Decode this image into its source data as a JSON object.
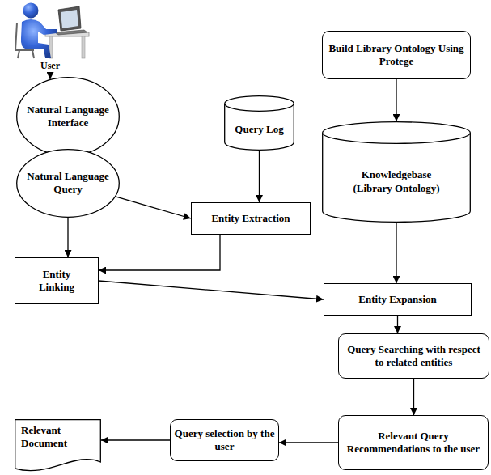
{
  "diagram": {
    "nodes": [
      {
        "text": [
          "User"
        ]
      },
      {
        "text": [
          "Natural Language Interface"
        ]
      },
      {
        "text": [
          "Query Log"
        ]
      },
      {
        "text": [
          "Build Library Ontology Using Protege"
        ]
      },
      {
        "text": [
          "Natural Language Query"
        ]
      },
      {
        "text": [
          "Entity Extraction"
        ]
      },
      {
        "text": [
          "Knowledgebase (Library Ontology)"
        ]
      },
      {
        "text": [
          "Entity Linking"
        ]
      },
      {
        "text": [
          "Entity Expansion"
        ]
      },
      {
        "text": [
          "Query Searching with respect to related entities"
        ]
      },
      {
        "text": [
          "Relevant Query Recommendations to the user"
        ]
      },
      {
        "text": [
          "Query selection by the user"
        ]
      },
      {
        "text": [
          "Relevant Document"
        ]
      }
    ],
    "edges": [
      {
        "from": 0,
        "to": 1,
        "arrow": "to"
      },
      {
        "from": 1,
        "to": 4,
        "arrow": "to"
      },
      {
        "from": 4,
        "to": 5,
        "arrow": "to"
      },
      {
        "from": 2,
        "to": 5,
        "arrow": "to"
      },
      {
        "from": 4,
        "to": 7,
        "arrow": "to"
      },
      {
        "from": 5,
        "to": 7,
        "arrow": "to"
      },
      {
        "from": 7,
        "to": 8,
        "arrow": "to"
      },
      {
        "from": 3,
        "to": 6,
        "arrow": "to"
      },
      {
        "from": 6,
        "to": 8,
        "arrow": "to"
      },
      {
        "from": 8,
        "to": 9,
        "arrow": "to"
      },
      {
        "from": 9,
        "to": 10,
        "arrow": "to"
      },
      {
        "from": 10,
        "to": 11,
        "arrow": "to"
      },
      {
        "from": 11,
        "to": 12,
        "arrow": "to"
      }
    ]
  }
}
